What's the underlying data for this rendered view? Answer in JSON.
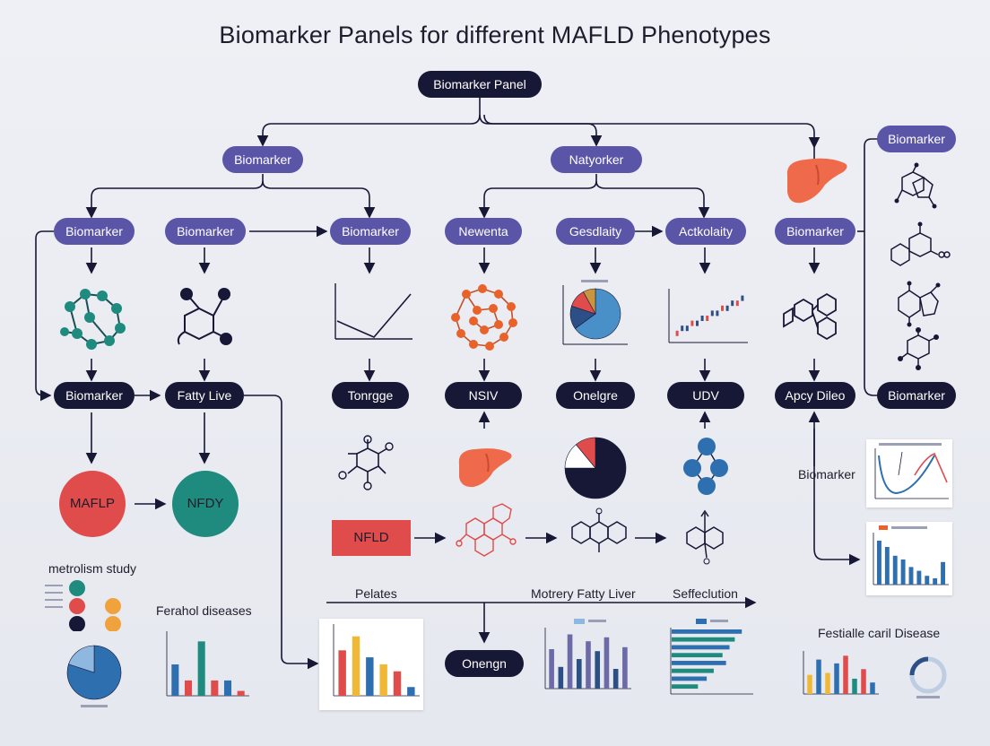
{
  "title": "Biomarker Panels for different MAFLD Phenotypes",
  "nodes": {
    "root": "Biomarker Panel",
    "l1_left": "Biomarker",
    "l1_mid": "Natyorker",
    "right_top": "Biomarker",
    "r1": "Biomarker",
    "r2": "Biomarker",
    "r3": "Biomarker",
    "r4": "Newenta",
    "r5": "Gesdlaity",
    "r6": "Actkolaity",
    "r7": "Biomarker",
    "d1": "Biomarker",
    "d2": "Fatty Live",
    "d3": "Tonrgge",
    "d4": "NSIV",
    "d5": "Onelgre",
    "d6": "UDV",
    "d7": "Apcy Dileo",
    "d8": "Biomarker",
    "side_label": "Biomarker",
    "onengn": "Onengn",
    "circle_red": "MAFLP",
    "circle_teal": "NFDY",
    "nfld_box": "NFLD",
    "metrolism": "metrolism study",
    "ferahol": "Ferahol diseases",
    "pelates": "Pelates",
    "motrery": "Motrery Fatty Liver",
    "seffeclution": "Seffeclution",
    "festialle": "Festialle caril Disease"
  },
  "colors": {
    "purple": "#5a55a6",
    "navy": "#171736",
    "red": "#e04b4b",
    "teal": "#1f8a7e",
    "orange_atom": "#e8622a",
    "liver": "#ef6a4a",
    "blue": "#2e6fb0",
    "yellow": "#f0b836",
    "dark_blue": "#2c4f86"
  },
  "chart_data": [
    {
      "type": "bar",
      "id": "ferahol-bars",
      "series": [
        {
          "values": [
            45,
            22,
            78,
            22,
            22,
            7
          ],
          "colors": [
            "#2e6fb0",
            "#e04b4b",
            "#1f8a7e",
            "#e04b4b",
            "#2e6fb0",
            "#e04b4b"
          ]
        }
      ],
      "ylim": [
        0,
        90
      ]
    },
    {
      "type": "bar",
      "id": "pelates-bars",
      "series": [
        {
          "values": [
            52,
            68,
            44,
            36,
            28,
            10
          ],
          "colors": [
            "#e04b4b",
            "#f0b836",
            "#2e6fb0",
            "#f0b836",
            "#e04b4b",
            "#2e6fb0"
          ]
        }
      ],
      "ylim": [
        0,
        80
      ]
    },
    {
      "type": "bar",
      "id": "motrery-bars",
      "series": [
        {
          "values": [
            40,
            22,
            55,
            30,
            48,
            38,
            52,
            20,
            42
          ],
          "colors": [
            "#6d6aa8",
            "#2c4f86",
            "#6d6aa8",
            "#2c4f86",
            "#6d6aa8",
            "#2c4f86",
            "#6d6aa8",
            "#2c4f86",
            "#6d6aa8"
          ]
        }
      ],
      "ylim": [
        0,
        60
      ]
    },
    {
      "type": "bar",
      "id": "seffeclution-hbars",
      "series": [
        {
          "values": [
            80,
            72,
            66,
            58,
            62,
            48,
            40,
            30
          ],
          "colors": [
            "#2e6fb0",
            "#1f8a7e",
            "#2e6fb0",
            "#1f8a7e",
            "#2e6fb0",
            "#1f8a7e",
            "#2e6fb0",
            "#1f8a7e"
          ]
        }
      ],
      "xlim": [
        0,
        90
      ]
    },
    {
      "type": "bar",
      "id": "right-card-bars",
      "series": [
        {
          "values": [
            70,
            60,
            46,
            40,
            28,
            22,
            14,
            10,
            36
          ],
          "colors": [
            "#2e6fb0",
            "#2e6fb0",
            "#2e6fb0",
            "#2e6fb0",
            "#2e6fb0",
            "#2e6fb0",
            "#2e6fb0",
            "#2e6fb0",
            "#2e6fb0"
          ]
        }
      ],
      "ylim": [
        0,
        80
      ]
    },
    {
      "type": "bar",
      "id": "festialle-bars",
      "series": [
        {
          "values": [
            20,
            36,
            22,
            32,
            40,
            16,
            26,
            12
          ],
          "colors": [
            "#f0b836",
            "#2e6fb0",
            "#f0b836",
            "#2e6fb0",
            "#e04b4b",
            "#1f8a7e",
            "#e04b4b",
            "#2e6fb0"
          ]
        }
      ],
      "ylim": [
        0,
        45
      ]
    },
    {
      "type": "pie",
      "id": "big-pie",
      "values": [
        75,
        14,
        11
      ],
      "colors": [
        "#171736",
        "#ffffff",
        "#e04b4b"
      ]
    },
    {
      "type": "pie",
      "id": "small-pie",
      "values": [
        65,
        15,
        12,
        8
      ],
      "colors": [
        "#4a90c8",
        "#2c4f86",
        "#e04b4b",
        "#c8963c"
      ]
    },
    {
      "type": "pie",
      "id": "left-pie",
      "values": [
        80,
        20
      ],
      "colors": [
        "#2e6fb0",
        "#8fb8e0"
      ]
    },
    {
      "type": "line",
      "id": "line-chart",
      "x": [
        0,
        1,
        2
      ],
      "y": [
        3,
        0,
        8
      ],
      "ylim": [
        0,
        10
      ]
    },
    {
      "type": "scatter",
      "id": "scatter-chart",
      "x": [
        1,
        2,
        3,
        4,
        5,
        6,
        7,
        8,
        9,
        10,
        11,
        12,
        13,
        14
      ],
      "y": [
        2,
        3,
        3,
        4,
        4,
        5,
        5,
        6,
        6,
        7,
        7,
        8,
        8,
        9
      ],
      "ylim": [
        0,
        10
      ]
    }
  ]
}
